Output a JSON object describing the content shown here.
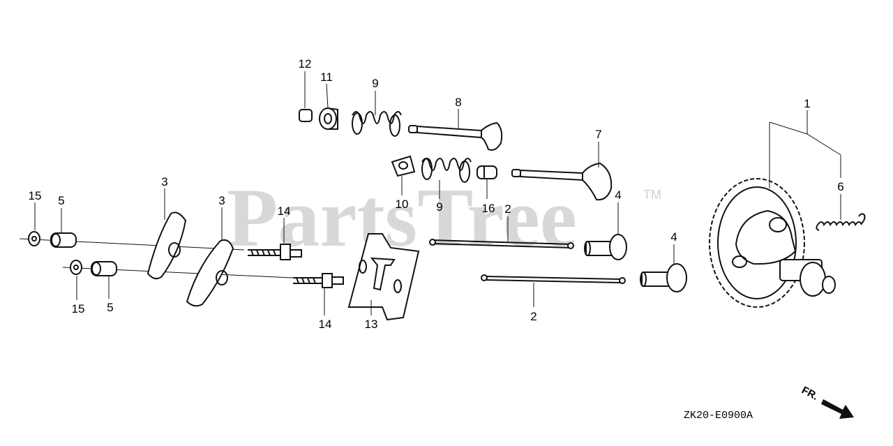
{
  "watermark": {
    "brand": "PartsTree",
    "trademark": "TM"
  },
  "drawing_code": "ZK20-E0900A",
  "direction": {
    "label": "FR."
  },
  "callouts": {
    "c1": "1",
    "c2a": "2",
    "c2b": "2",
    "c3a": "3",
    "c3b": "3",
    "c4a": "4",
    "c4b": "4",
    "c5a": "5",
    "c5b": "5",
    "c6": "6",
    "c7": "7",
    "c8": "8",
    "c9a": "9",
    "c9b": "9",
    "c10": "10",
    "c11": "11",
    "c12": "12",
    "c13": "13",
    "c14a": "14",
    "c14b": "14",
    "c15a": "15",
    "c15b": "15",
    "c16": "16"
  }
}
